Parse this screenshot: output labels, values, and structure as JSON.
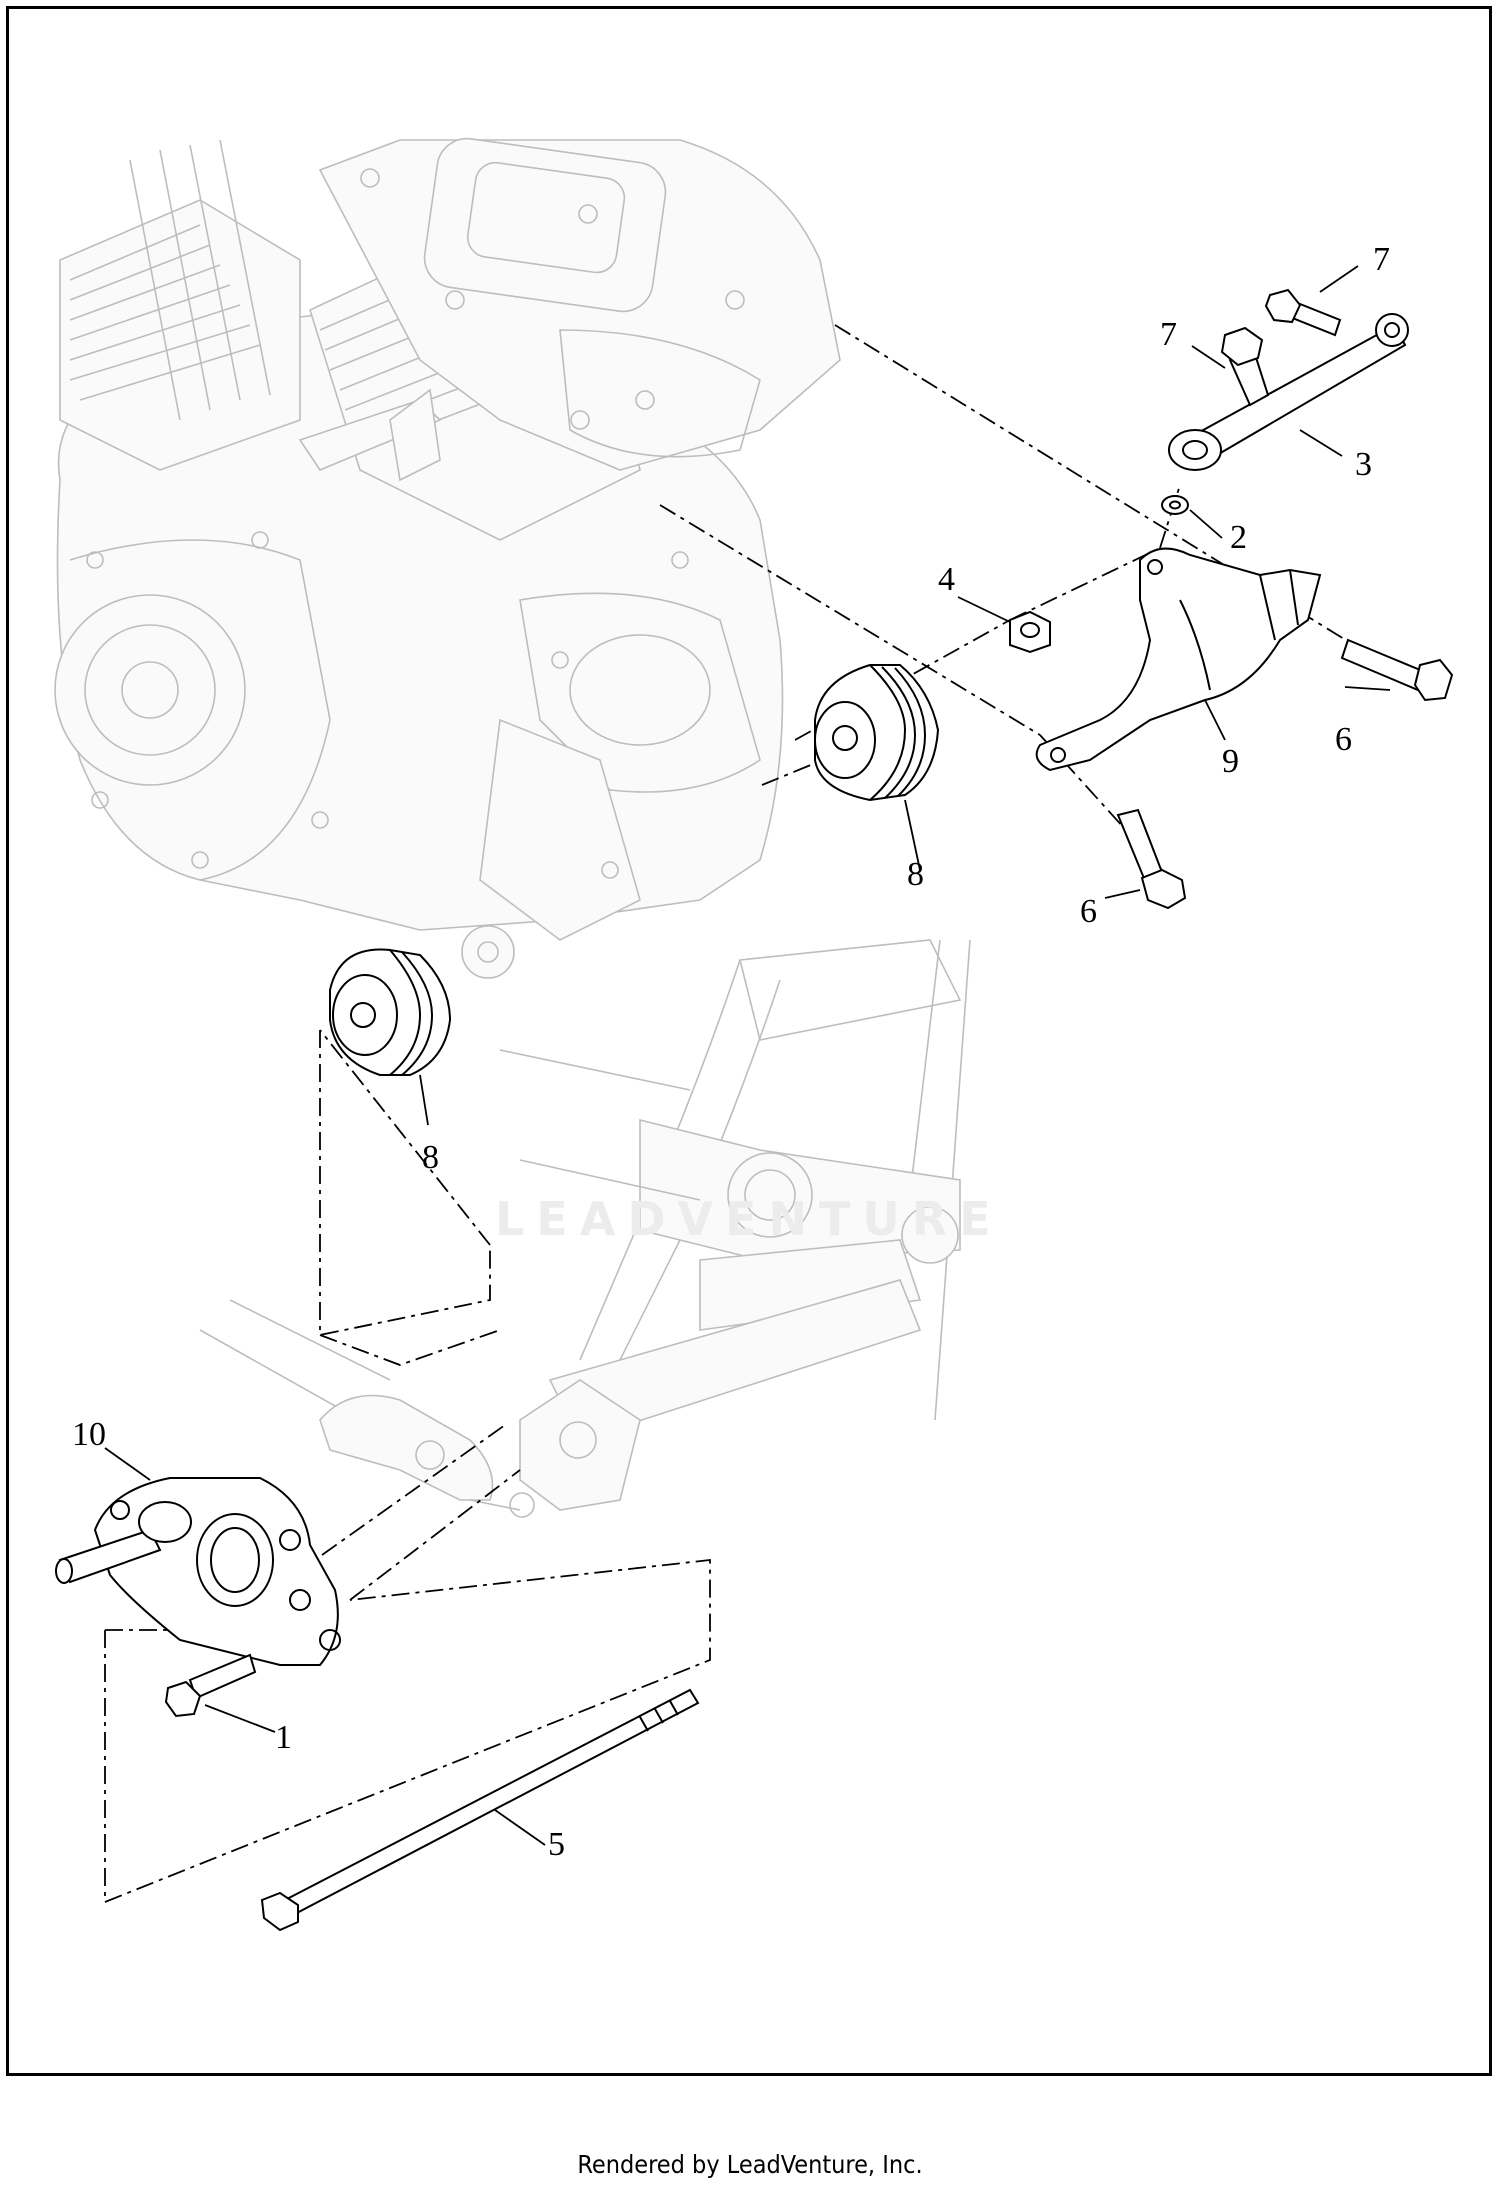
{
  "watermark": "LEADVENTURE",
  "footer": "Rendered by LeadVenture, Inc.",
  "callouts": {
    "c1": "1",
    "c2": "2",
    "c3": "3",
    "c4": "4",
    "c5": "5",
    "c6a": "6",
    "c6b": "6",
    "c7a": "7",
    "c7b": "7",
    "c8a": "8",
    "c8b": "8",
    "c9": "9",
    "c10": "10"
  }
}
